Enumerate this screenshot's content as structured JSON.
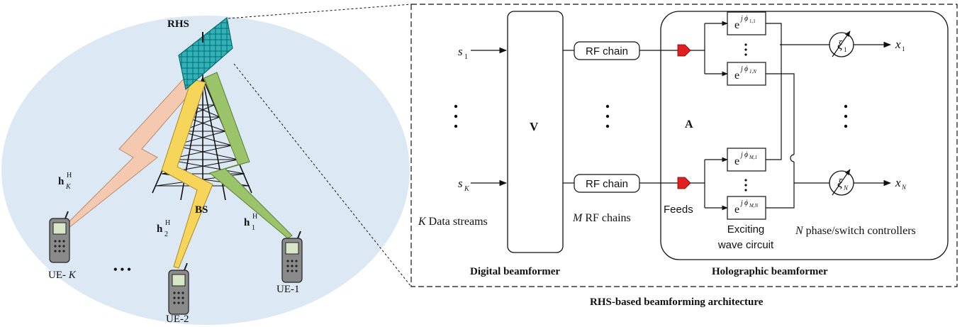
{
  "left_scene": {
    "rhs_label": "RHS",
    "bs_label": "BS",
    "channels": [
      {
        "id": "K",
        "main": "h",
        "sub": "K",
        "sup": "H",
        "color": "#f5c8b0"
      },
      {
        "id": "2",
        "main": "h",
        "sub": "2",
        "sup": "H",
        "color": "#f7d45a"
      },
      {
        "id": "1",
        "main": "h",
        "sub": "1",
        "sup": "H",
        "color": "#9bc46a"
      }
    ],
    "users": [
      {
        "id": "K",
        "label_prefix": "UE- ",
        "label_var": "K"
      },
      {
        "id": "2",
        "label": "UE-2"
      },
      {
        "id": "1",
        "label": "UE-1"
      }
    ],
    "ellipsis": "• • •",
    "ellipse_color": "#dce8f4"
  },
  "architecture": {
    "caption": "RHS-based beamforming architecture",
    "inputs": [
      {
        "main": "s",
        "sub": "1"
      },
      {
        "main": "s",
        "sub": "K"
      }
    ],
    "data_streams": {
      "var": "K",
      "text": " Data streams"
    },
    "digital_block": {
      "symbol": "V",
      "label": "Digital beamformer"
    },
    "rf_chain_label": "RF chain",
    "rf_chains": {
      "var": "M",
      "text": " RF chains"
    },
    "holographic": {
      "matrix_symbol": "A",
      "label": "Holographic beamformer",
      "feeds_label": "Feeds",
      "exciting_label_1": "Exciting",
      "exciting_label_2": "wave circuit",
      "phase_controllers": {
        "var": "N",
        "text": " phase/switch controllers"
      },
      "phase_boxes": [
        {
          "base": "e",
          "sup_j": "j",
          "sup_phi": "ϕ",
          "sub": "1,1"
        },
        {
          "base": "e",
          "sup_j": "j",
          "sup_phi": "ϕ",
          "sub": "1,N"
        },
        {
          "base": "e",
          "sup_j": "j",
          "sup_phi": "ϕ",
          "sub": "M,1"
        },
        {
          "base": "e",
          "sup_j": "j",
          "sup_phi": "ϕ",
          "sub": "M,N"
        }
      ],
      "controllers": [
        {
          "main": "ξ",
          "sub": "1"
        },
        {
          "main": "ξ",
          "sub": "N"
        }
      ],
      "outputs": [
        {
          "main": "x",
          "sub": "1"
        },
        {
          "main": "x",
          "sub": "N"
        }
      ]
    },
    "feed_color": "#e0201e"
  }
}
